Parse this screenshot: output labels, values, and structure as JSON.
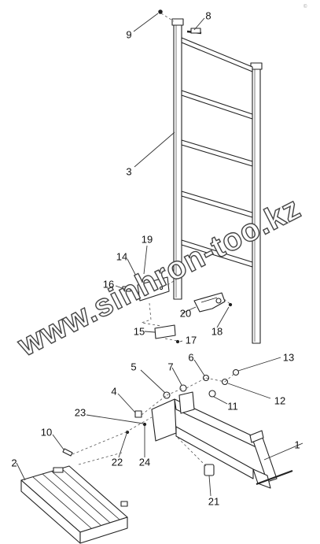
{
  "watermark": "www.sinhron-too.kz",
  "corner_mark": "©",
  "callouts": [
    "1",
    "2",
    "3",
    "4",
    "5",
    "6",
    "7",
    "8",
    "9",
    "10",
    "11",
    "12",
    "13",
    "14",
    "15",
    "16",
    "17",
    "18",
    "19",
    "20",
    "21",
    "22",
    "23",
    "24"
  ],
  "colors": {
    "line": "#222222",
    "leader": "#333333",
    "part_fill": "#ffffff",
    "shade": "#bbbbbb"
  }
}
